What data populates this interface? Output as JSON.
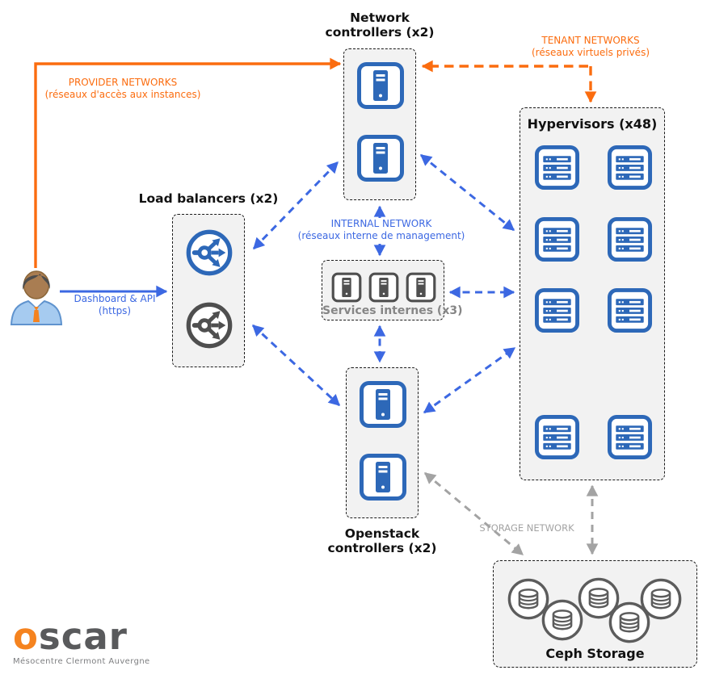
{
  "colors": {
    "orange": "#FB6C0F",
    "blue_arrow": "#3C68E2",
    "icon_blue": "#2D68B8",
    "icon_gray": "#4F4F4F",
    "arrow_gray": "#A3A3A3",
    "box_fill": "#F2F2F2",
    "logo_orange": "#F5831F",
    "logo_gray": "#595A5C"
  },
  "nodes": {
    "network_controllers": {
      "line1": "Network",
      "line2": "controllers (x2)",
      "server_count": 2
    },
    "load_balancers": {
      "title": "Load balancers (x2)",
      "count": 2
    },
    "internal_services": {
      "title": "Services internes (x3)",
      "count": 3
    },
    "openstack_controllers": {
      "line1": "Openstack",
      "line2": "controllers (x2)",
      "server_count": 2
    },
    "hypervisors": {
      "title": "Hypervisors (x48)",
      "icon_count": 8
    },
    "ceph_storage": {
      "title": "Ceph Storage",
      "disk_count": 5
    }
  },
  "links": {
    "provider": {
      "line1": "PROVIDER NETWORKS",
      "line2": "(réseaux d'accès aux instances)"
    },
    "tenant": {
      "line1": "TENANT NETWORKS",
      "line2": "(réseaux virtuels privés)"
    },
    "internal": {
      "line1": "INTERNAL NETWORK",
      "line2": "(réseaux interne de management)"
    },
    "dashboard": {
      "line1": "Dashboard & API",
      "line2": "(https)"
    },
    "storage": {
      "line1": "STORAGE NETWORK"
    }
  },
  "icons": {
    "tower-server-icon": "tower server",
    "rack-server-icon": "rack server",
    "load-balancer-icon": "load balancer",
    "disk-icon": "database cylinder",
    "person-icon": "user with tie"
  },
  "logo": {
    "brand_first": "o",
    "brand_rest": "scar",
    "subtitle": "Mésocentre Clermont Auvergne"
  }
}
